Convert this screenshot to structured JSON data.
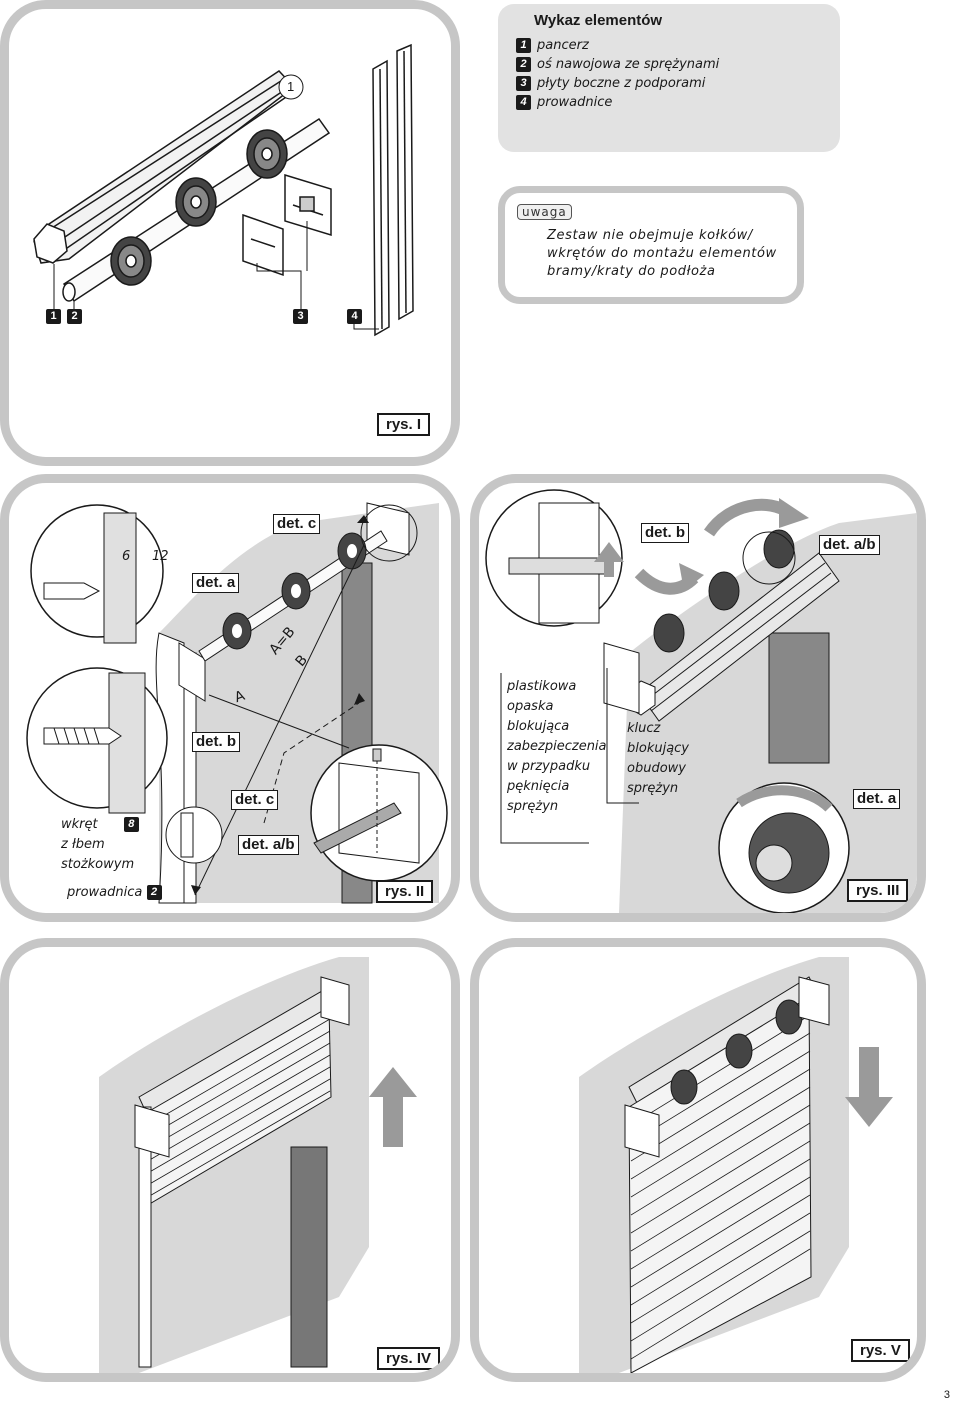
{
  "legend": {
    "title": "Wykaz elementów",
    "items": [
      {
        "num": "1",
        "label": "pancerz"
      },
      {
        "num": "2",
        "label": "oś nawojowa ze sprężynami"
      },
      {
        "num": "3",
        "label": "płyty boczne z podporami"
      },
      {
        "num": "4",
        "label": "prowadnice"
      }
    ]
  },
  "note": {
    "tag": "uwaga",
    "text": "Zestaw nie obejmuje kołków/ wkrętów do montażu elementów bramy/kraty do podłoża"
  },
  "fig1": {
    "label": "rys. I",
    "callout_1": "1",
    "markers": [
      "1",
      "2",
      "3",
      "4"
    ]
  },
  "fig2": {
    "label": "rys. II",
    "det_c": "det. c",
    "det_a": "det. a",
    "det_b": "det. b",
    "det_c2": "det. c",
    "det_ab": "det. a/b",
    "dim_6": "6",
    "dim_12": "12",
    "ab_eq": "A=B",
    "a_lbl": "A",
    "b_lbl": "B",
    "screw_line1": "wkręt",
    "screw_line2": "z łbem",
    "screw_line3": "stożkowym",
    "screw_num": "8",
    "guide_label": "prowadnica",
    "guide_num": "2"
  },
  "fig3": {
    "label": "rys. III",
    "det_b": "det. b",
    "det_ab": "det. a/b",
    "det_a": "det. a",
    "strap": [
      "plastikowa",
      "opaska",
      "blokująca",
      "zabezpieczenia",
      "w przypadku",
      "pęknięcia",
      "sprężyn"
    ],
    "key": [
      "klucz",
      "blokujący",
      "obudowy",
      "sprężyn"
    ]
  },
  "fig4": {
    "label": "rys. IV"
  },
  "fig5": {
    "label": "rys. V"
  },
  "page_number": "3",
  "colors": {
    "frame": "#c6c6c6",
    "legend_bg": "#e2e2e2",
    "wall": "#d8d8d8",
    "arrow": "#9a9a9a",
    "ink": "#1a1a1a"
  }
}
